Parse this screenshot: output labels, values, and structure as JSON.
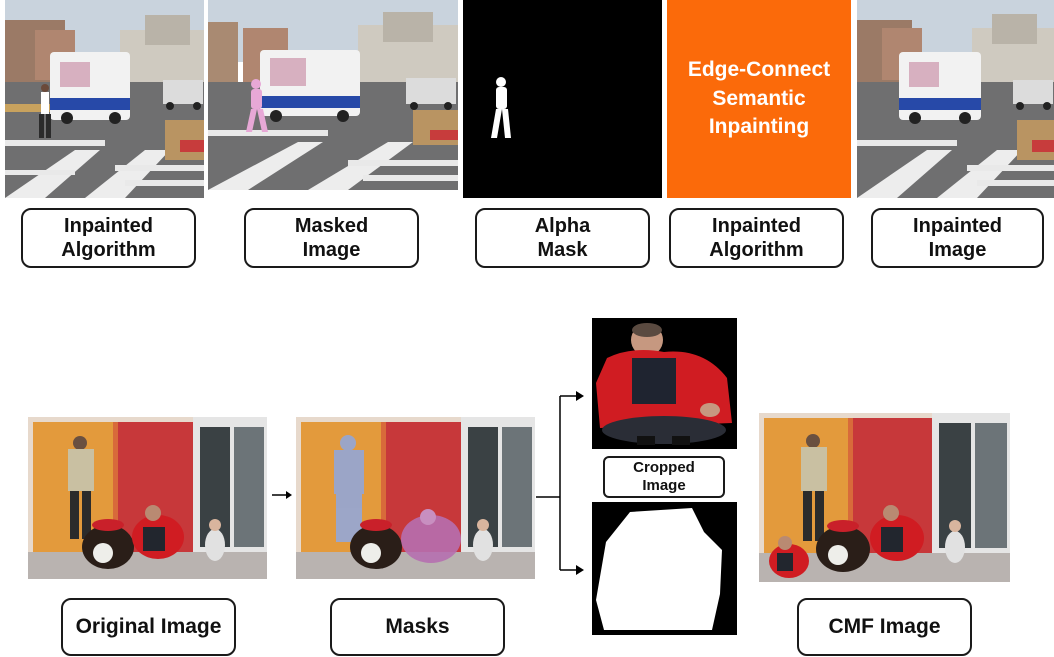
{
  "top_row": {
    "panels": [
      {
        "id": "street-original",
        "label": "Inpainted\nAlgorithm"
      },
      {
        "id": "street-masked",
        "label": "Masked\nImage"
      },
      {
        "id": "alpha-mask",
        "label": "Alpha\nMask"
      },
      {
        "id": "inpainting-block",
        "label": "Inpainted\nAlgorithm",
        "block_text": "Edge-Connect\nSemantic\nInpainting",
        "block_color": "#fb6a0a"
      },
      {
        "id": "street-inpainted",
        "label": "Inpainted\nImage"
      }
    ]
  },
  "bottom_row": {
    "original_label": "Original Image",
    "masks_label": "Masks",
    "cropped_label": "Cropped\nImage",
    "cmf_label": "CMF Image"
  },
  "colors": {
    "mask_highlight": "#e7a8d6",
    "person_mask_overlay": "#8fa8e0",
    "jacket_red": "#d01c22",
    "arrow": "#000000"
  },
  "icons": [
    "arrow-right-icon",
    "branch-arrow-icon"
  ]
}
